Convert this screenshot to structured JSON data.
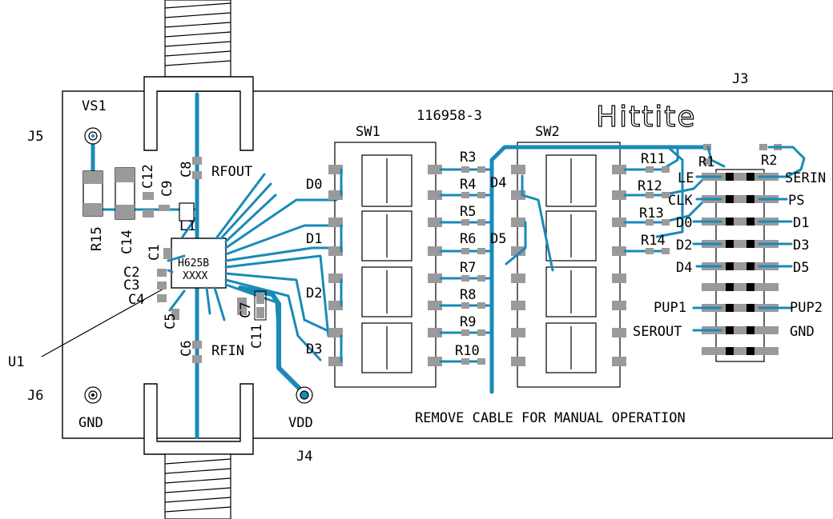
{
  "board": {
    "part_number": "116958-3",
    "logo": "Hittite",
    "note": "REMOVE CABLE FOR MANUAL OPERATION",
    "chip_name": "H625B",
    "chip_code": "XXXX"
  },
  "connectors": {
    "j3": "J3",
    "j4": "J4",
    "j5": "J5",
    "j6": "J6",
    "vs1": "VS1",
    "gnd": "GND",
    "vdd": "VDD"
  },
  "rf": {
    "rfout": "RFOUT",
    "rfin": "RFIN"
  },
  "components": {
    "u1": "U1",
    "l1": "L1",
    "c1": "C1",
    "c2": "C2",
    "c3": "C3",
    "c4": "C4",
    "c5": "C5",
    "c6": "C6",
    "c7": "C7",
    "c8": "C8",
    "c9": "C9",
    "c11": "C11",
    "c12": "C12",
    "c14": "C14",
    "r15": "R15"
  },
  "sw1": {
    "title": "SW1",
    "d0": "D0",
    "d1": "D1",
    "d2": "D2",
    "d3": "D3"
  },
  "sw2": {
    "title": "SW2",
    "d4": "D4",
    "d5": "D5"
  },
  "resistors": {
    "r1": "R1",
    "r2": "R2",
    "r3": "R3",
    "r4": "R4",
    "r5": "R5",
    "r6": "R6",
    "r7": "R7",
    "r8": "R8",
    "r9": "R9",
    "r10": "R10",
    "r11": "R11",
    "r12": "R12",
    "r13": "R13",
    "r14": "R14"
  },
  "header_pins": {
    "left": [
      "LE",
      "CLK",
      "D0",
      "D2",
      "D4",
      "PUP1",
      "SEROUT"
    ],
    "right": [
      "SERIN",
      "PS",
      "D1",
      "D3",
      "D5",
      "PUP2",
      "GND"
    ]
  }
}
